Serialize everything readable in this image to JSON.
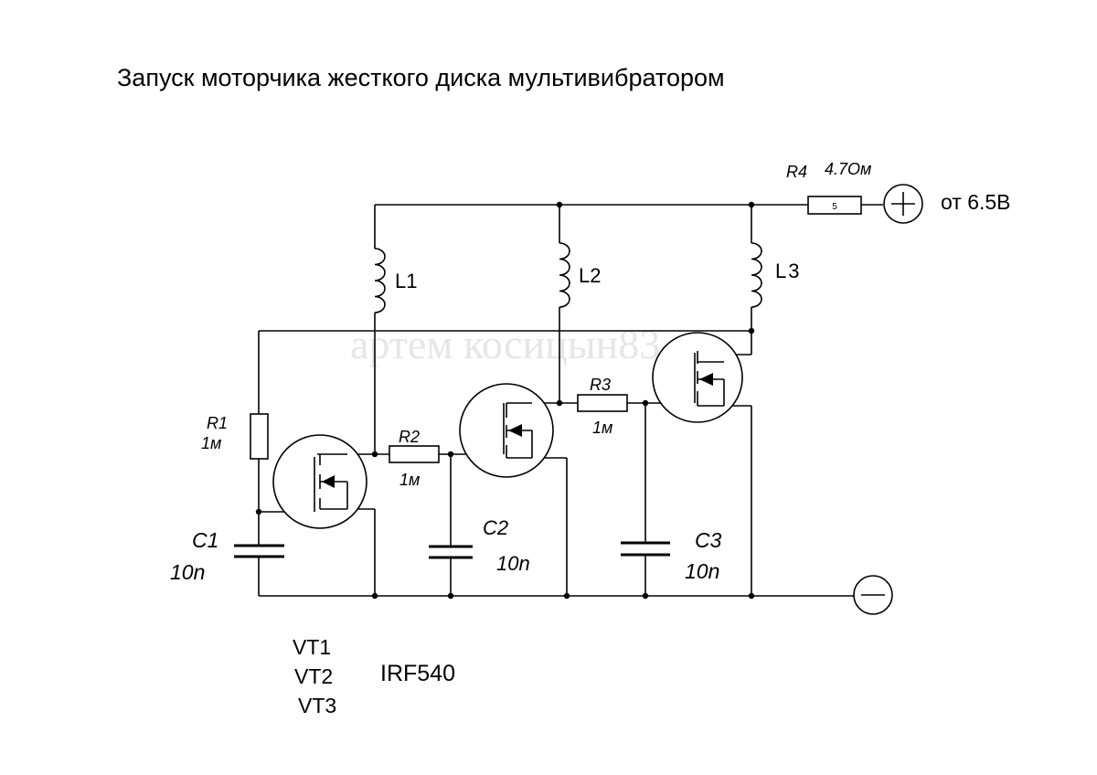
{
  "title": "Запуск моторчика жесткого диска мультивибратором",
  "watermark": "артем косицын83",
  "resistors": {
    "r1": {
      "name": "R1",
      "value": "1м"
    },
    "r2": {
      "name": "R2",
      "value": "1м"
    },
    "r3": {
      "name": "R3",
      "value": "1м"
    },
    "r4": {
      "name": "R4",
      "value": "4.7Ом",
      "body_text": "5"
    }
  },
  "capacitors": {
    "c1": {
      "name": "C1",
      "value": "10n"
    },
    "c2": {
      "name": "C2",
      "value": "10n"
    },
    "c3": {
      "name": "C3",
      "value": "10n"
    }
  },
  "inductors": {
    "l1": {
      "name": "L1"
    },
    "l2": {
      "name": "L2"
    },
    "l3": {
      "name": "L3"
    }
  },
  "power": {
    "plus_label": "от 6.5В"
  },
  "transistors": {
    "names": [
      "VT1",
      "VT2",
      "VT3"
    ],
    "part": "IRF540"
  }
}
